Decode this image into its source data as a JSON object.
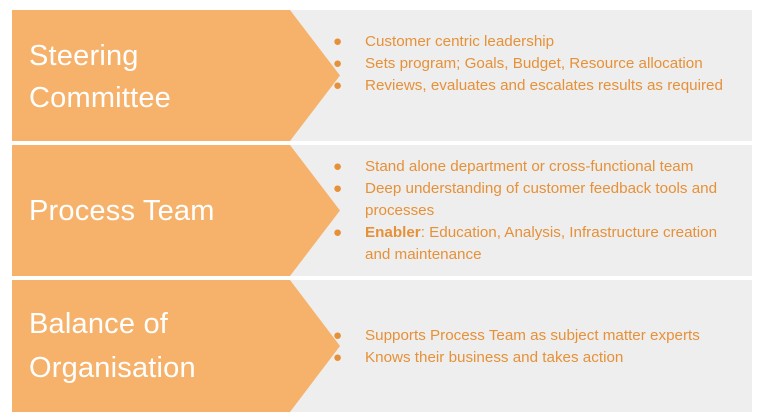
{
  "accent_color": "#f6b26b",
  "text_color": "#e69138",
  "panel_color": "#eeeeee",
  "rows": [
    {
      "title_lines": [
        "Steering",
        "Committee"
      ],
      "bullets": [
        {
          "bold": "",
          "text": "Customer centric leadership"
        },
        {
          "bold": "",
          "text": "Sets program; Goals, Budget, Resource allocation"
        },
        {
          "bold": "",
          "text": "Reviews, evaluates and escalates results as required"
        }
      ]
    },
    {
      "title_lines": [
        "Process Team"
      ],
      "bullets": [
        {
          "bold": "",
          "text": "Stand alone department or cross-functional team"
        },
        {
          "bold": "",
          "text": "Deep understanding of customer feedback tools and processes"
        },
        {
          "bold": "Enabler",
          "text": ": Education, Analysis, Infrastructure creation and maintenance"
        }
      ]
    },
    {
      "title_lines": [
        "Balance of",
        "Organisation"
      ],
      "bullets": [
        {
          "bold": "",
          "text": "Supports Process Team as subject matter experts"
        },
        {
          "bold": "",
          "text": "Knows their business and takes action"
        }
      ]
    }
  ]
}
